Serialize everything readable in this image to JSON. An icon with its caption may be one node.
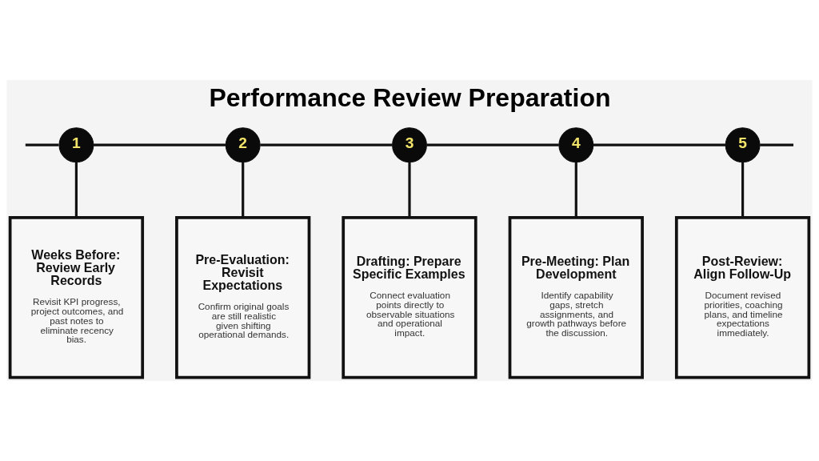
{
  "diagram": {
    "title": "Performance Review Preparation",
    "nodes": [
      {
        "text": [
          "1"
        ]
      },
      {
        "text": [
          "2"
        ]
      },
      {
        "text": [
          "3"
        ]
      },
      {
        "text": [
          "4"
        ]
      },
      {
        "text": [
          "5"
        ]
      },
      {
        "text": [
          "Weeks Before: Review Early Records",
          "Revisit KPI progress, project outcomes, and past notes to eliminate recency bias."
        ]
      },
      {
        "text": [
          "Pre-Evaluation: Revisit Expectations",
          "Confirm original goals are still realistic given shifting operational demands."
        ]
      },
      {
        "text": [
          "Drafting: Prepare Specific Examples",
          "Connect evaluation points directly to observable situations and operational impact."
        ]
      },
      {
        "text": [
          "Pre-Meeting: Plan Development",
          "Identify capability gaps, stretch assignments, and growth pathways before the discussion."
        ]
      },
      {
        "text": [
          "Post-Review: Align Follow-Up",
          "Document revised priorities, coaching plans, and timeline expectations immediately."
        ]
      }
    ],
    "edges": [
      {
        "from": null,
        "to": 0,
        "arrow": "none"
      },
      {
        "from": 0,
        "to": 1,
        "arrow": "none"
      },
      {
        "from": 1,
        "to": 2,
        "arrow": "none"
      },
      {
        "from": 2,
        "to": 3,
        "arrow": "none"
      },
      {
        "from": 3,
        "to": 4,
        "arrow": "none"
      },
      {
        "from": 4,
        "to": null,
        "arrow": "none"
      },
      {
        "from": 0,
        "to": 5,
        "arrow": "none"
      },
      {
        "from": 1,
        "to": 6,
        "arrow": "none"
      },
      {
        "from": 2,
        "to": 7,
        "arrow": "none"
      },
      {
        "from": 3,
        "to": 8,
        "arrow": "none"
      },
      {
        "from": 4,
        "to": 9,
        "arrow": "none"
      }
    ]
  }
}
